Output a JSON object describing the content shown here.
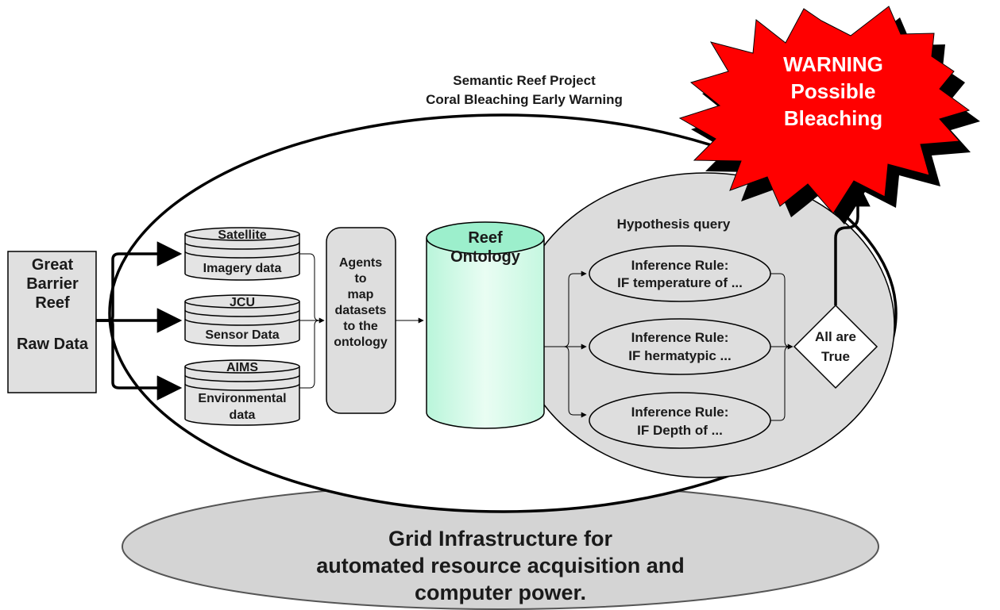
{
  "title": {
    "line1": "Semantic Reef Project",
    "line2": "Coral Bleaching Early Warning"
  },
  "raw_data": {
    "line1": "Great",
    "line2": "Barrier",
    "line3": "Reef",
    "line4": "Raw Data"
  },
  "datasets": [
    {
      "top": "Satellite",
      "bottom": "Imagery data"
    },
    {
      "top": "JCU",
      "bottom": "Sensor Data"
    },
    {
      "top": "AIMS",
      "bottom1": "Environmental",
      "bottom2": "data"
    }
  ],
  "agents": {
    "line1": "Agents",
    "line2": "to",
    "line3": "map",
    "line4": "datasets",
    "line5": "to the",
    "line6": "ontology"
  },
  "ontology": {
    "line1": "Reef",
    "line2": "Ontology"
  },
  "hypothesis": {
    "label": "Hypothesis query"
  },
  "rules": [
    {
      "line1": "Inference Rule:",
      "line2": "IF temperature of ..."
    },
    {
      "line1": "Inference Rule:",
      "line2": "IF hermatypic ..."
    },
    {
      "line1": "Inference Rule:",
      "line2": "IF Depth of ..."
    }
  ],
  "decision": {
    "line1": "All are",
    "line2": "True"
  },
  "warning": {
    "line1": "WARNING",
    "line2": "Possible",
    "line3": "Bleaching"
  },
  "grid": {
    "line1": "Grid Infrastructure for",
    "line2": "automated resource acquisition and",
    "line3": "computer power."
  },
  "colors": {
    "warning_fill": "#ff0000",
    "ontology_top": "#99f0cc",
    "ontology_body": "#ccfbe6",
    "panel_gray": "#dcdcdc"
  }
}
